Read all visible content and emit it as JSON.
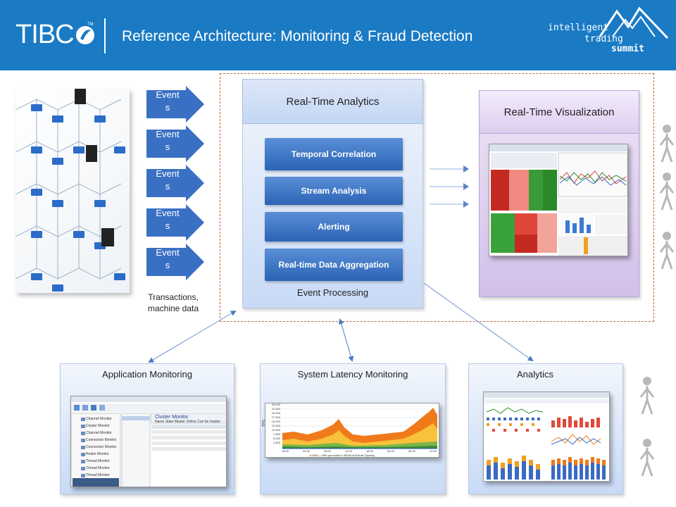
{
  "header": {
    "logo": "TIBC",
    "logo_tm": "TM",
    "title": "Reference Architecture: Monitoring & Fraud Detection",
    "summit_line1": "intelligent",
    "summit_line2": "trading",
    "summit_line3": "summit"
  },
  "events": [
    {
      "line1": "Event",
      "line2": "s"
    },
    {
      "line1": "Event",
      "line2": "s"
    },
    {
      "line1": "Event",
      "line2": "s"
    },
    {
      "line1": "Event",
      "line2": "s"
    },
    {
      "line1": "Event",
      "line2": "s"
    }
  ],
  "sources_label_line1": "Transactions,",
  "sources_label_line2": "machine data",
  "analytics": {
    "title": "Real-Time Analytics",
    "items": [
      "Temporal Correlation",
      "Stream Analysis",
      "Alerting",
      "Real-time Data Aggregation"
    ],
    "footer": "Event Processing"
  },
  "visualization": {
    "title": "Real-Time Visualization"
  },
  "bottom": {
    "app_monitoring": "Application  Monitoring",
    "latency": "System Latency Monitoring",
    "analytics": "Analytics"
  },
  "latency_chart": {
    "y_ticks": [
      "25,000",
      "22,500",
      "20,000",
      "17,500",
      "15,000",
      "12,500",
      "10,000",
      "7,500",
      "5,000",
      "2,500"
    ],
    "x_ticks": [
      "18:00",
      "00:00",
      "06:00",
      "12:00",
      "18:00",
      "00:00",
      "06:00",
      "12:00"
    ],
    "legend": [
      "MAX",
      "99th percentile",
      "MEAN",
      "50th",
      "Capacity"
    ],
    "ylabel": "TPS",
    "colors": {
      "max": "#f07a1a",
      "p99": "#f8c23a",
      "mean": "#7ab648",
      "p50": "#3b8a3b",
      "capacity": "#2a5aa8"
    }
  },
  "cluster_window": {
    "title": "Cluster Monitor",
    "columns": [
      "Name",
      "State",
      "Master",
      "Online",
      "Can be master"
    ],
    "tree_items": [
      "Channel Monitor",
      "Cluster Monitor",
      "Channel Monitor",
      "Connection Monitor",
      "Connection Monitor",
      "Realm Monitor",
      "Thread Monitor",
      "Thread Monitor",
      "Thread Monitor"
    ]
  },
  "colors": {
    "header_bg": "#1a7ac4",
    "event_arrow": "#3a70c4",
    "button": "#2c64b6",
    "dashed_border": "#b86b3c",
    "people": "#b8b8b8"
  }
}
